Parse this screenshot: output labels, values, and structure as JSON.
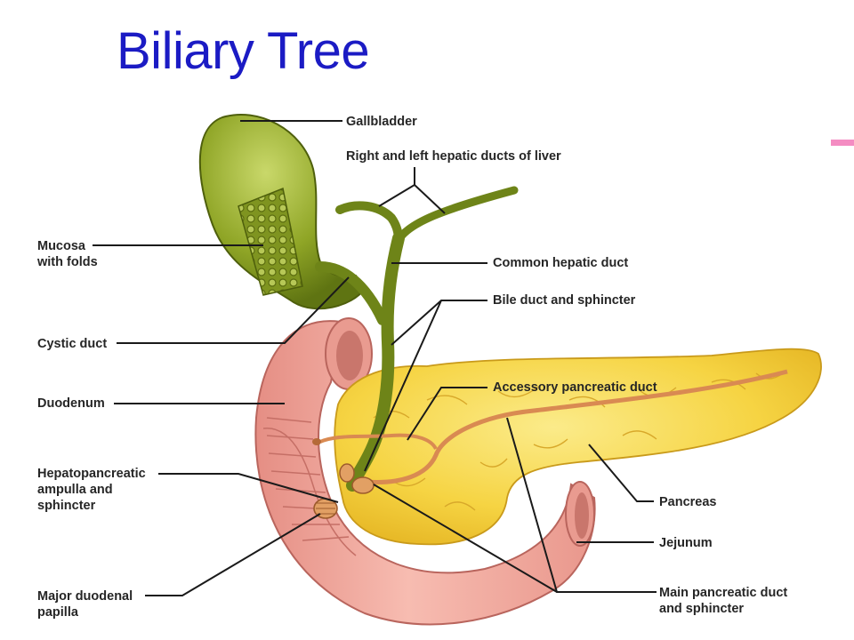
{
  "title": "Biliary Tree",
  "colors": {
    "title": "#1b1bc4",
    "accent": "#f48cc2",
    "gallbladder": "#8fa526",
    "duodenum": "#f1a59a",
    "pancreas": "#f6d443",
    "duct": "#d98a52"
  },
  "labels": {
    "gallbladder": "Gallbladder",
    "hepatic_ducts": "Right and left hepatic ducts of liver",
    "mucosa": "Mucosa\nwith folds",
    "common_hepatic_duct": "Common hepatic duct",
    "bile_duct": "Bile duct and sphincter",
    "cystic_duct": "Cystic duct",
    "accessory_pancreatic_duct": "Accessory pancreatic duct",
    "duodenum": "Duodenum",
    "hepatopancreatic": "Hepatopancreatic\nampulla and\nsphincter",
    "pancreas": "Pancreas",
    "jejunum": "Jejunum",
    "major_papilla": "Major duodenal\npapilla",
    "main_pancreatic_duct": "Main pancreatic duct\nand sphincter"
  }
}
